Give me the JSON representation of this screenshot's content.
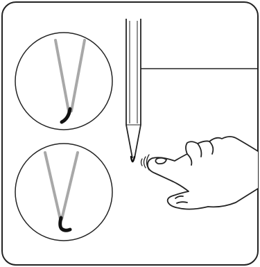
{
  "diagram": {
    "panel": "rounded-frame",
    "detail_views": [
      {
        "name": "detail-view-top",
        "tip_state": "tip-bent"
      },
      {
        "name": "detail-view-bottom",
        "tip_state": "tip-bent-curled"
      }
    ],
    "main_object": "needle-tip",
    "indicator": "callout-line",
    "gesture": "finger-touching-tip",
    "motion_marks": "vibration-arcs",
    "colors": {
      "stroke": "#222222",
      "wire": "#a8a8a8",
      "tip": "#111111",
      "background": "#ffffff"
    }
  }
}
